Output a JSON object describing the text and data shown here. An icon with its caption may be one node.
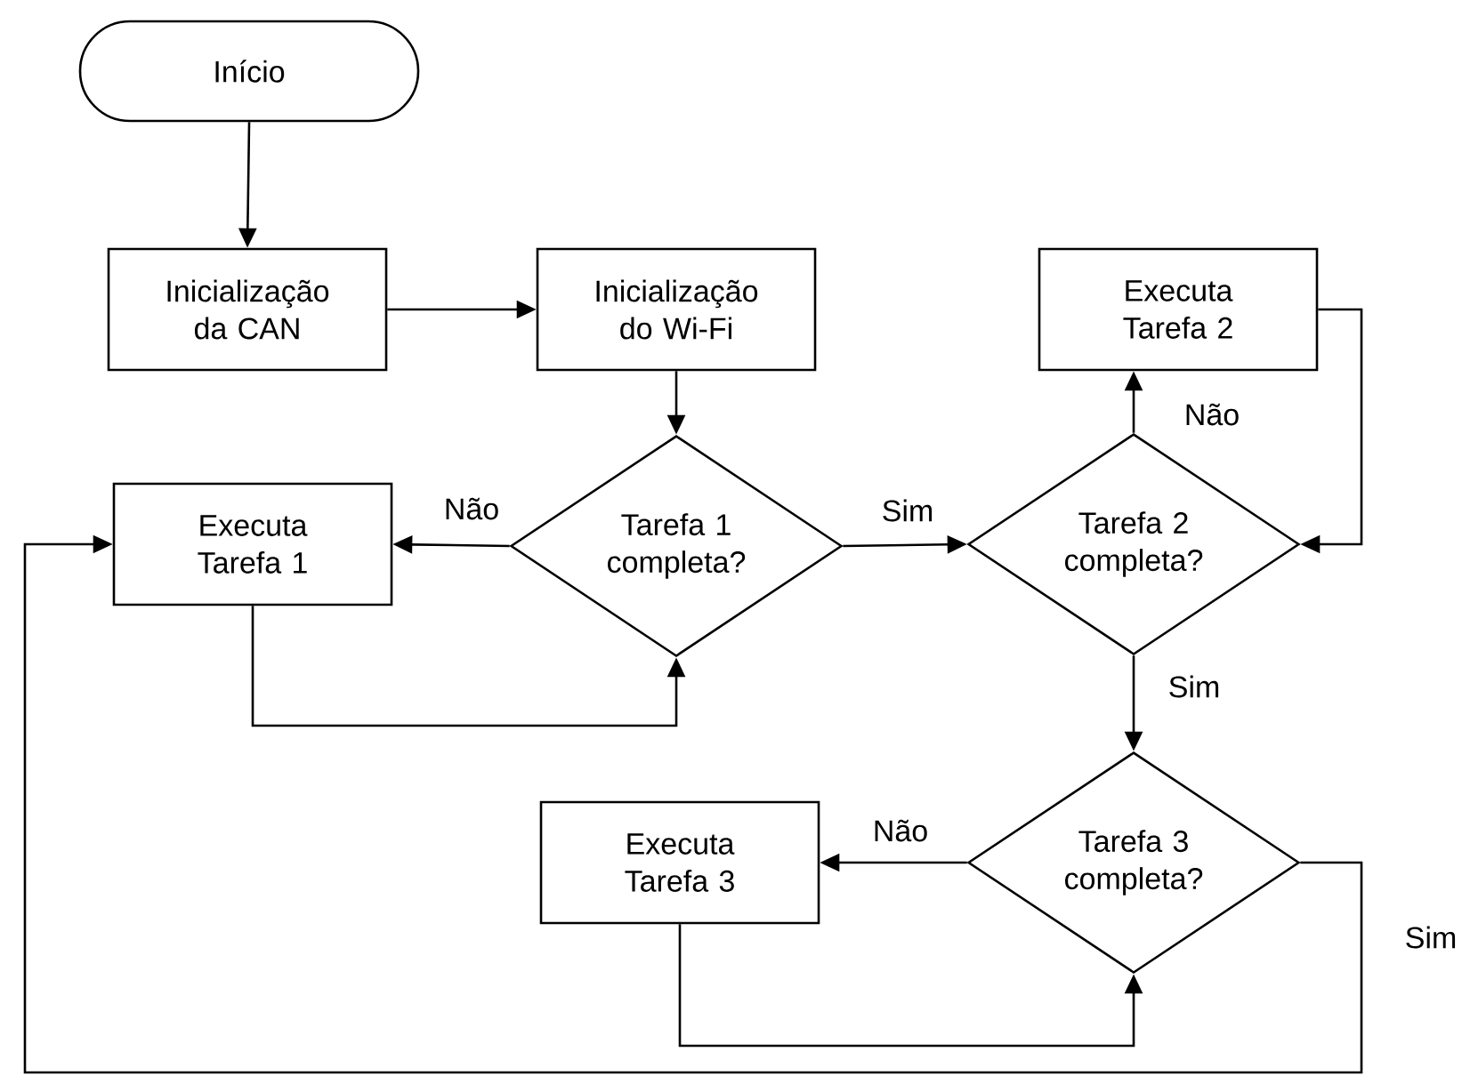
{
  "diagram": {
    "nodes": [
      {
        "text": [
          "Início"
        ]
      },
      {
        "text": [
          "Inicialização da CAN"
        ]
      },
      {
        "text": [
          "Inicialização do Wi-Fi"
        ]
      },
      {
        "text": [
          "Tarefa 1 completa?"
        ]
      },
      {
        "text": [
          "Executa Tarefa 1"
        ]
      },
      {
        "text": [
          "Executa Tarefa 2"
        ]
      },
      {
        "text": [
          "Tarefa 2 completa?"
        ]
      },
      {
        "text": [
          "Tarefa 3 completa?"
        ]
      },
      {
        "text": [
          "Executa Tarefa 3"
        ]
      }
    ],
    "edges": [
      {
        "from": 0,
        "to": 1,
        "arrow": "to"
      },
      {
        "from": 1,
        "to": 2,
        "arrow": "to"
      },
      {
        "from": 2,
        "to": 3,
        "arrow": "to"
      },
      {
        "from": 3,
        "to": 4,
        "arrow": "to",
        "label": "Não"
      },
      {
        "from": 4,
        "to": 3,
        "arrow": "to"
      },
      {
        "from": 3,
        "to": 6,
        "arrow": "to",
        "label": "Sim"
      },
      {
        "from": 6,
        "to": 5,
        "arrow": "to",
        "label": "Não"
      },
      {
        "from": 5,
        "to": 6,
        "arrow": "to"
      },
      {
        "from": 6,
        "to": 7,
        "arrow": "to",
        "label": "Sim"
      },
      {
        "from": 7,
        "to": 8,
        "arrow": "to",
        "label": "Não"
      },
      {
        "from": 8,
        "to": 7,
        "arrow": "to"
      },
      {
        "from": 7,
        "to": 4,
        "arrow": "to",
        "label": "Sim"
      }
    ]
  }
}
